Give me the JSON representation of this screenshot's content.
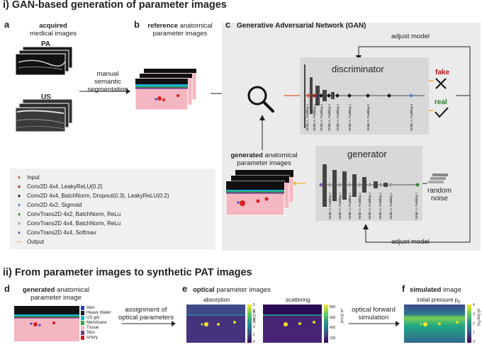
{
  "section1_title": "i) GAN-based generation of parameter images",
  "section2_title": "ii) From parameter images to synthetic PAT images",
  "panel_a": {
    "letter": "a",
    "caption_bold": "acquired",
    "caption_rest": "medical images",
    "pa": "PA",
    "us": "US"
  },
  "panel_b": {
    "letter": "b",
    "caption_bold": "reference",
    "caption_rest1": "anatomical",
    "caption_rest2": "parameter images"
  },
  "manual": {
    "line1": "manual",
    "line2": "semantic",
    "line3": "segmentation"
  },
  "panel_c": {
    "letter": "c",
    "title": "Generative Adversarial Network (GAN)"
  },
  "adjust_top": "adjust model",
  "adjust_bottom": "adjust model",
  "discriminator": "discriminator",
  "generator": "generator",
  "fake": "fake",
  "real": "real",
  "random_noise": {
    "line1": "random",
    "line2": "noise"
  },
  "generated": {
    "bold": "generated",
    "rest1": "anatomical",
    "rest2": "parameter images"
  },
  "legend": [
    {
      "label": "Input",
      "color": "#e05a2b",
      "symbol": "♦"
    },
    {
      "label": "Conv2D 4x4, LeakyReLU(0.2)",
      "color": "#b01818",
      "symbol": "♦"
    },
    {
      "label": "Conv2D 4x4, BatchNorm, Dropout(0.3), LeakyReLU(0.2)",
      "color": "#111111",
      "symbol": "♦"
    },
    {
      "label": "Conv2D 4x2, Sigmoid",
      "color": "#5b7fc4",
      "symbol": "♦"
    },
    {
      "label": "ConvTrans2D 4x2, BatchNorm, ReLu",
      "color": "#2a8a2a",
      "symbol": "♦"
    },
    {
      "label": "ConvTrans2D 4x4, BatchNorm, ReLu",
      "color": "#999999",
      "symbol": "♦"
    },
    {
      "label": "ConvTrans2D  4x4, Softmax",
      "color": "#7a5ab0",
      "symbol": "♦"
    },
    {
      "label": "Output",
      "color": "#e8b020",
      "symbol": "—"
    }
  ],
  "disc_layers": [
    "Stride 1, Padding 1",
    "Stride 2, Padding 1",
    "Stride 2, Padding 1",
    "Stride 2, Padding 1",
    "Stride 2, Padding 1",
    "Stride 2, Padding 1",
    "Stride 2, Padding 2",
    "Stride 1, Padding 0"
  ],
  "gen_layers": [
    "Stride 2, Padding 1",
    "Stride 2, Padding 1",
    "Stride 1, Padding 1",
    "Stride 2, Padding 1",
    "Stride 2, Padding 1",
    "Stride 2, Padding 1",
    "Stride 2, Padding 1",
    "Stride 1, Padding 1"
  ],
  "panel_d": {
    "letter": "d",
    "caption_bold": "generated",
    "caption_rest1": "anatomical",
    "caption_rest2": "parameter image"
  },
  "tissue_legend": [
    {
      "label": "Vein",
      "color": "#1e40c8"
    },
    {
      "label": "Heavy Water",
      "color": "#1a1a1a"
    },
    {
      "label": "US gel",
      "color": "#19b4d6"
    },
    {
      "label": "Membrane",
      "color": "#2ea83a"
    },
    {
      "label": "Tissue",
      "color": "#f4b6c0"
    },
    {
      "label": "Skin",
      "color": "#6a3b8c"
    },
    {
      "label": "Artery",
      "color": "#d81e1e"
    }
  ],
  "assignment": {
    "line1": "assignment of",
    "line2": "optical parameters"
  },
  "panel_e": {
    "letter": "e",
    "caption_bold": "optical",
    "caption_rest": "parameter images",
    "absorption": "absorption",
    "scattering": "scattering"
  },
  "abs_colorbar": {
    "ticks": [
      "5",
      "4",
      "3",
      "2",
      "1",
      "0"
    ],
    "unit": "μa [1/cm]"
  },
  "scat_colorbar": {
    "ticks": [
      "800",
      "600",
      "400",
      "200"
    ],
    "unit": "μs [1/cm]"
  },
  "optical_forward": {
    "line1": "optical forward",
    "line2": "simulation"
  },
  "panel_f": {
    "letter": "f",
    "caption_bold": "simulated",
    "caption_rest": "image",
    "initial_pressure": "initial pressure p",
    "sub": "0"
  },
  "p0_colorbar": {
    "ticks": [
      "4",
      "3",
      "2",
      "1",
      "0"
    ],
    "unit": "p0 [log Pa]"
  }
}
